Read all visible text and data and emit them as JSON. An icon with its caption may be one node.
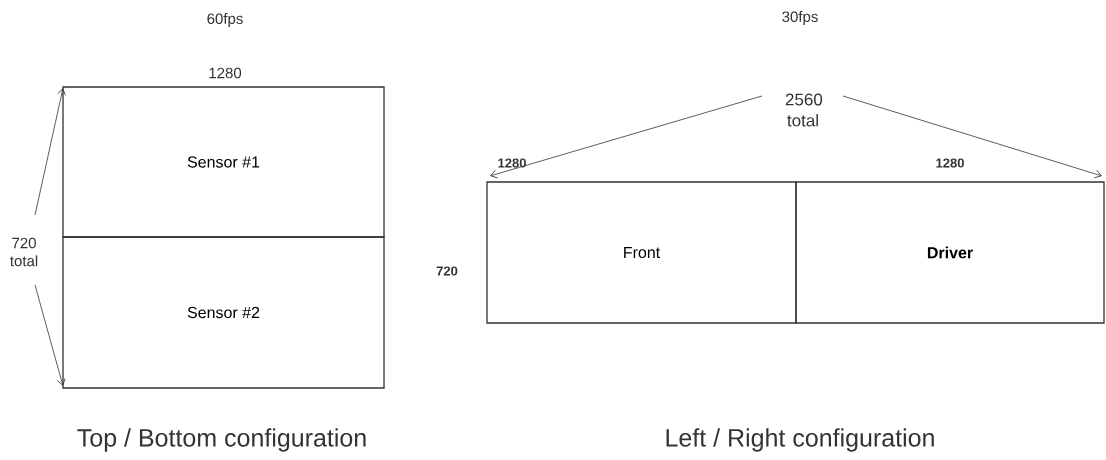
{
  "diagram": {
    "nodes": [
      {
        "text": [
          "Sensor #1"
        ]
      },
      {
        "text": [
          "Sensor #2"
        ]
      },
      {
        "text": [
          "Front"
        ]
      },
      {
        "text": [
          "Driver"
        ]
      }
    ],
    "edges": [],
    "labels": [
      "60fps",
      "1280",
      "720 total",
      "Top / Bottom configuration",
      "30fps",
      "2560 total",
      "1280",
      "1280",
      "720",
      "Left / Right configuration"
    ]
  }
}
